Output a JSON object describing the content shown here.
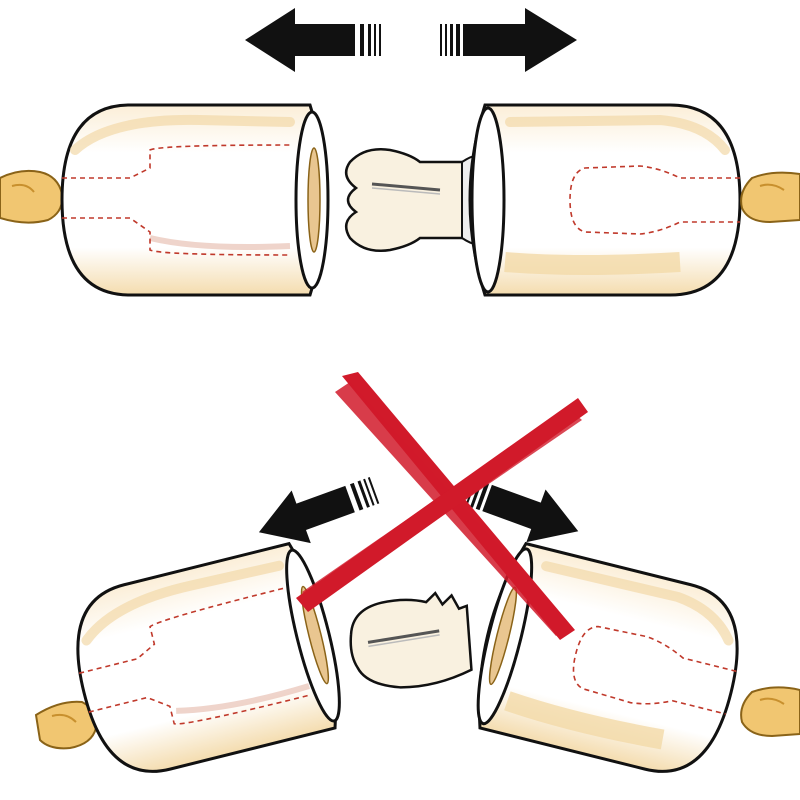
{
  "colors": {
    "outline": "#111111",
    "arrow": "#111111",
    "cream": "#fbeed7",
    "cream_shadow": "#f2d9a8",
    "dashed": "#c0392b",
    "cross": "#d11a2a",
    "hand": "#f1c671",
    "hand_shadow": "#d6a03e",
    "tube": "#f6f3ee",
    "tube_shadow": "#d8d2c6"
  },
  "panels": [
    {
      "name": "correct-pull",
      "direction": "straight",
      "marked_wrong": false
    },
    {
      "name": "incorrect-pull",
      "direction": "angled",
      "marked_wrong": true
    }
  ],
  "icons": [
    "arrow-left-icon",
    "arrow-right-icon",
    "cross-mark-icon",
    "hand-icon"
  ]
}
